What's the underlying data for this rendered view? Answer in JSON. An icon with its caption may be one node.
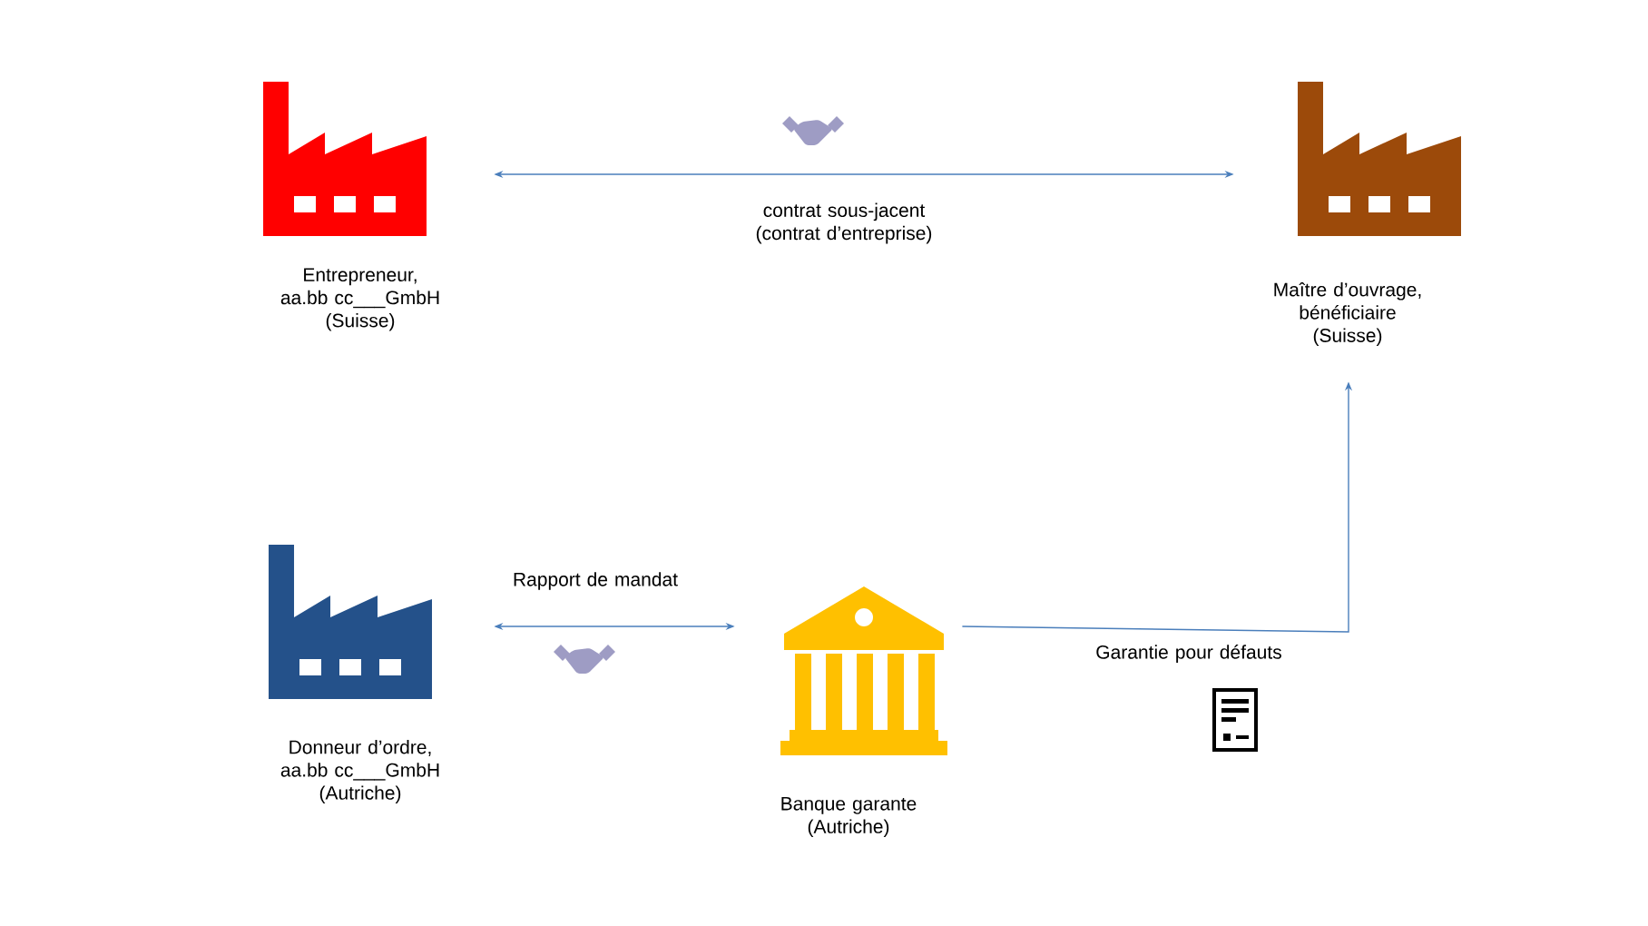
{
  "diagram": {
    "nodes": [
      {
        "text": [
          "Entrepreneur, aa.bb cc___GmbH (Suisse)"
        ]
      },
      {
        "text": [
          "Maître d’ouvrage, bénéficiaire (Suisse)"
        ]
      },
      {
        "text": [
          "Donneur d’ordre, aa.bb cc___GmbH (Autriche)"
        ]
      },
      {
        "text": [
          "Banque garante (Autriche)"
        ]
      }
    ],
    "edges": [
      {
        "from": 0,
        "to": 1,
        "arrow": "both",
        "label": "contrat sous-jacent (contrat d’entreprise)"
      },
      {
        "from": 2,
        "to": 3,
        "arrow": "both",
        "label": "Rapport de mandat"
      },
      {
        "from": 3,
        "to": 1,
        "arrow": "to",
        "label": "Garantie pour défauts"
      }
    ]
  }
}
